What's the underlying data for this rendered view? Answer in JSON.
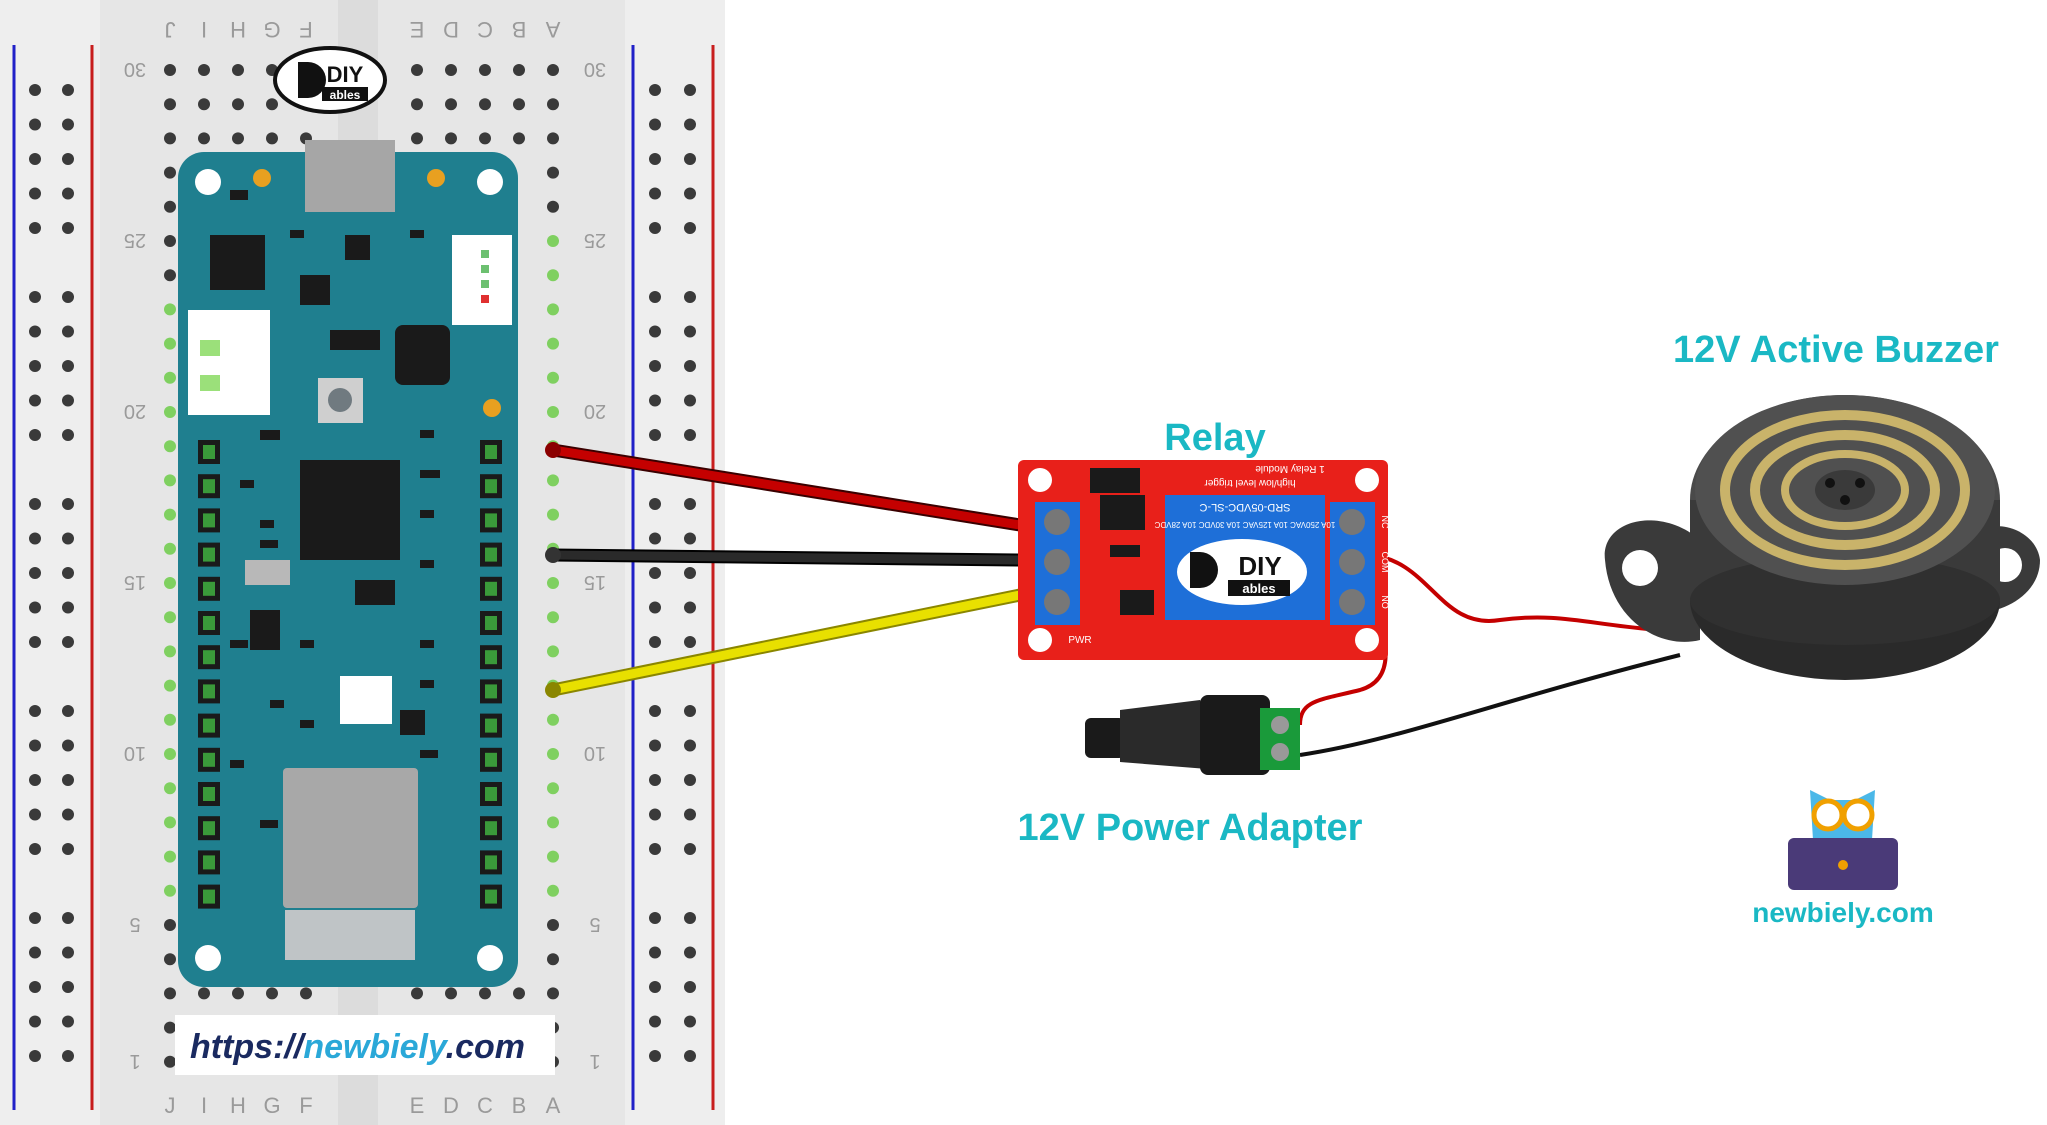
{
  "labels": {
    "relay": "Relay",
    "buzzer": "12V Active Buzzer",
    "adapter": "12V Power Adapter"
  },
  "brand": {
    "diy_top": "DIY",
    "diy_bottom": "ables",
    "url_https": "https://",
    "url_name": "newbiely",
    "url_tld": ".com",
    "footer_site": "newbiely.com"
  },
  "breadboard": {
    "columns_left": [
      "J",
      "I",
      "H",
      "G",
      "F"
    ],
    "columns_right": [
      "E",
      "D",
      "C",
      "B",
      "A"
    ],
    "row_labels": [
      "30",
      "25",
      "20",
      "15",
      "10",
      "5",
      "1"
    ]
  },
  "relay_module": {
    "model": "SRD-05VDC-SL-C",
    "title": "1 Relay Module",
    "trigger": "high/low level trigger",
    "ratings": "10A 250VAC 10A 125VAC 10A 30VDC 10A 28VDC",
    "pin_labels": [
      "NC",
      "COM",
      "NO"
    ],
    "pwr": "PWR"
  },
  "colors": {
    "accent": "#1ab8c4",
    "wire_red": "#c40000",
    "wire_black": "#111111",
    "wire_yellow": "#e8e000",
    "board_teal": "#1f7f8f",
    "relay_red": "#e8201a",
    "relay_blue": "#1e6fd8"
  }
}
